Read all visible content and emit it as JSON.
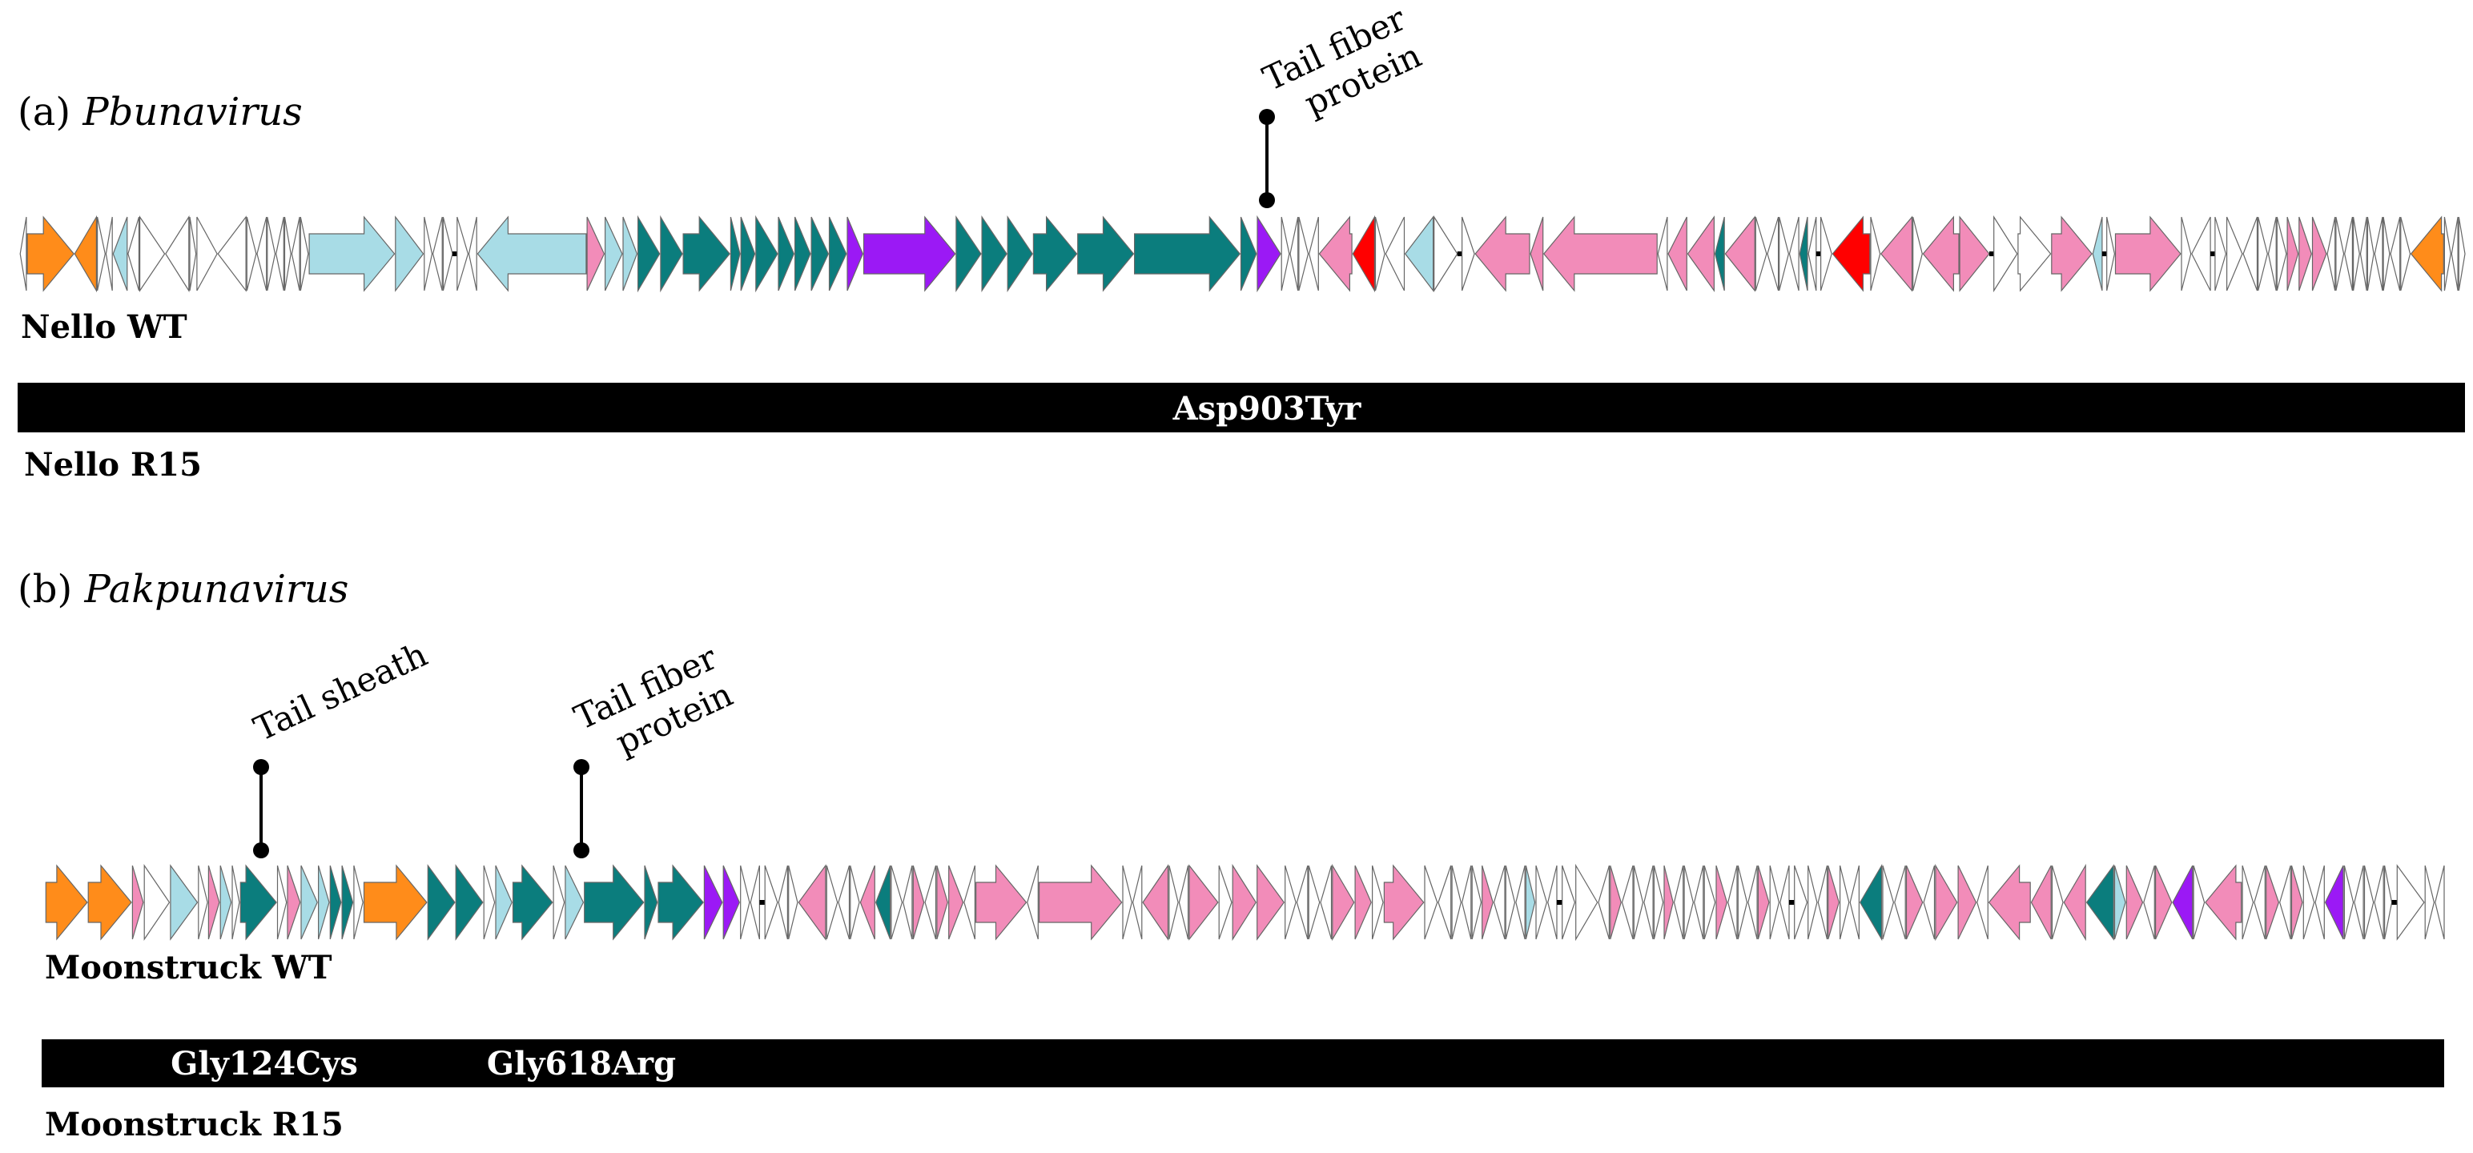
{
  "colors": {
    "orange": "#ff8c1a",
    "lightblue": "#a8dce6",
    "pink": "#f28cb9",
    "teal": "#0b7d7d",
    "purple": "#9b19f5",
    "red": "#ff0000",
    "white": "#ffffff",
    "black": "#000000",
    "outline": "#666666"
  },
  "panel_a": {
    "label_prefix": "(a) ",
    "genus": "Pbunavirus",
    "wt_name": "Nello WT",
    "mutant_name": "Nello R15",
    "mutation": "Asp903Tyr",
    "callout": [
      "Tail fiber",
      "protein"
    ]
  },
  "panel_b": {
    "label_prefix": "(b) ",
    "genus": "Pakpunavirus",
    "wt_name": "Moonstruck WT",
    "mutant_name": "Moonstruck R15",
    "mutations": [
      "Gly124Cys",
      "Gly618Arg"
    ],
    "callout_sheath": [
      "Tail sheath"
    ],
    "callout_fiber": [
      "Tail fiber",
      "protein"
    ]
  },
  "genome_a": [
    [
      "W",
      0,
      -1,
      8
    ],
    [
      "O",
      0,
      1,
      60
    ],
    [
      "O",
      0,
      -1,
      28
    ],
    [
      "W",
      0,
      1,
      10
    ],
    [
      "W",
      0,
      -1,
      8
    ],
    [
      "B",
      0,
      -1,
      18
    ],
    [
      "W",
      0,
      -1,
      14
    ],
    [
      "W",
      0,
      1,
      32
    ],
    [
      "W",
      0,
      -1,
      30
    ],
    [
      "W",
      0,
      1,
      8
    ],
    [
      "W",
      0,
      1,
      26
    ],
    [
      "W",
      0,
      -1,
      36
    ],
    [
      "W",
      0,
      1,
      12
    ],
    [
      "W",
      0,
      -1,
      12
    ],
    [
      "W",
      0,
      1,
      10
    ],
    [
      "W",
      0,
      -1,
      10
    ],
    [
      "W",
      0,
      1,
      8
    ],
    [
      "W",
      0,
      -1,
      10
    ],
    [
      "W",
      0,
      1,
      10
    ],
    [
      "B",
      0,
      1,
      110
    ],
    [
      "B",
      0,
      1,
      36
    ],
    [
      "W",
      0,
      1,
      10
    ],
    [
      "W",
      0,
      -1,
      12
    ],
    [
      "W",
      0,
      1,
      12
    ],
    [
      "W",
      1,
      1,
      14
    ],
    [
      "W",
      0,
      -1,
      10
    ],
    [
      "B",
      0,
      -1,
      140
    ],
    [
      "P",
      0,
      1,
      22
    ],
    [
      "B",
      0,
      1,
      22
    ],
    [
      "B",
      0,
      1,
      18
    ],
    [
      "T",
      0,
      1,
      28
    ],
    [
      "T",
      0,
      1,
      28
    ],
    [
      "T",
      0,
      1,
      60
    ],
    [
      "T",
      0,
      1,
      12
    ],
    [
      "T",
      0,
      1,
      18
    ],
    [
      "T",
      0,
      1,
      28
    ],
    [
      "T",
      0,
      1,
      20
    ],
    [
      "T",
      0,
      1,
      20
    ],
    [
      "T",
      0,
      1,
      22
    ],
    [
      "T",
      0,
      1,
      22
    ],
    [
      "V",
      0,
      1,
      20
    ],
    [
      "V",
      0,
      1,
      118
    ],
    [
      "T",
      0,
      1,
      32
    ],
    [
      "T",
      0,
      1,
      32
    ],
    [
      "T",
      0,
      1,
      32
    ],
    [
      "T",
      0,
      1,
      56
    ],
    [
      "T",
      0,
      1,
      72
    ],
    [
      "T",
      0,
      1,
      136
    ],
    [
      "T",
      0,
      1,
      20
    ],
    [
      "V",
      0,
      1,
      30
    ],
    [
      "W",
      0,
      1,
      10
    ],
    [
      "W",
      0,
      -1,
      10
    ],
    [
      "W",
      0,
      1,
      12
    ],
    [
      "W",
      0,
      -1,
      12
    ],
    [
      "P",
      0,
      -1,
      42
    ],
    [
      "R",
      0,
      -1,
      28
    ],
    [
      "W",
      0,
      1,
      12
    ],
    [
      "W",
      0,
      -1,
      24
    ],
    [
      "B",
      0,
      -1,
      36
    ],
    [
      "W",
      0,
      1,
      30
    ],
    [
      "W",
      1,
      1,
      16
    ],
    [
      "P",
      0,
      -1,
      70
    ],
    [
      "P",
      0,
      -1,
      16
    ],
    [
      "P",
      0,
      -1,
      146
    ],
    [
      "W",
      0,
      -1,
      12
    ],
    [
      "P",
      0,
      -1,
      24
    ],
    [
      "P",
      0,
      -1,
      34
    ],
    [
      "T",
      0,
      -1,
      12
    ],
    [
      "P",
      0,
      -1,
      38
    ],
    [
      "W",
      0,
      1,
      14
    ],
    [
      "W",
      0,
      -1,
      14
    ],
    [
      "W",
      0,
      1,
      12
    ],
    [
      "W",
      0,
      -1,
      12
    ],
    [
      "T",
      0,
      -1,
      10
    ],
    [
      "W",
      0,
      -1,
      10
    ],
    [
      "W",
      1,
      1,
      14
    ],
    [
      "R",
      0,
      -1,
      48
    ],
    [
      "W",
      0,
      1,
      12
    ],
    [
      "P",
      0,
      -1,
      40
    ],
    [
      "W",
      0,
      1,
      12
    ],
    [
      "P",
      0,
      -1,
      46
    ],
    [
      "P",
      0,
      1,
      38
    ],
    [
      "W",
      1,
      1,
      30
    ],
    [
      "W",
      0,
      1,
      42
    ],
    [
      "P",
      0,
      1,
      52
    ],
    [
      "B",
      0,
      -1,
      12
    ],
    [
      "W",
      1,
      1,
      10
    ],
    [
      "P",
      0,
      1,
      84
    ],
    [
      "W",
      0,
      1,
      12
    ],
    [
      "W",
      0,
      -1,
      24
    ],
    [
      "W",
      1,
      1,
      14
    ],
    [
      "W",
      0,
      1,
      20
    ],
    [
      "W",
      0,
      -1,
      18
    ],
    [
      "W",
      0,
      1,
      12
    ],
    [
      "W",
      0,
      -1,
      10
    ],
    [
      "W",
      0,
      1,
      12
    ],
    [
      "P",
      0,
      1,
      14
    ],
    [
      "P",
      0,
      1,
      16
    ],
    [
      "P",
      0,
      1,
      18
    ],
    [
      "W",
      0,
      -1,
      10
    ],
    [
      "W",
      0,
      1,
      10
    ],
    [
      "W",
      0,
      -1,
      10
    ],
    [
      "W",
      0,
      1,
      8
    ],
    [
      "W",
      0,
      -1,
      8
    ],
    [
      "W",
      0,
      1,
      8
    ],
    [
      "W",
      0,
      -1,
      10
    ],
    [
      "W",
      0,
      1,
      8
    ],
    [
      "W",
      0,
      -1,
      12
    ],
    [
      "W",
      0,
      1,
      12
    ],
    [
      "O",
      0,
      -1,
      42
    ],
    [
      "W",
      0,
      1,
      8
    ],
    [
      "W",
      0,
      -1,
      8
    ],
    [
      "W",
      0,
      1,
      8
    ]
  ],
  "genome_b": [
    [
      "O",
      0,
      1,
      46
    ],
    [
      "O",
      0,
      1,
      48
    ],
    [
      "P",
      0,
      1,
      12
    ],
    [
      "W",
      0,
      1,
      28
    ],
    [
      "B",
      0,
      1,
      30
    ],
    [
      "W",
      0,
      1,
      10
    ],
    [
      "P",
      0,
      1,
      12
    ],
    [
      "B",
      0,
      1,
      12
    ],
    [
      "W",
      0,
      1,
      8
    ],
    [
      "T",
      0,
      1,
      40
    ],
    [
      "W",
      0,
      1,
      10
    ],
    [
      "P",
      0,
      1,
      14
    ],
    [
      "B",
      0,
      1,
      18
    ],
    [
      "B",
      0,
      1,
      12
    ],
    [
      "T",
      0,
      1,
      12
    ],
    [
      "T",
      0,
      1,
      12
    ],
    [
      "W",
      0,
      1,
      10
    ],
    [
      "O",
      0,
      1,
      70
    ],
    [
      "T",
      0,
      1,
      30
    ],
    [
      "T",
      0,
      1,
      30
    ],
    [
      "W",
      0,
      1,
      12
    ],
    [
      "B",
      0,
      1,
      18
    ],
    [
      "T",
      0,
      1,
      44
    ],
    [
      "W",
      0,
      1,
      12
    ],
    [
      "B",
      0,
      1,
      20
    ],
    [
      "T",
      0,
      1,
      66
    ],
    [
      "T",
      0,
      1,
      14
    ],
    [
      "T",
      0,
      1,
      50
    ],
    [
      "V",
      0,
      1,
      20
    ],
    [
      "V",
      0,
      1,
      18
    ],
    [
      "W",
      0,
      1,
      10
    ],
    [
      "W",
      0,
      -1,
      10
    ],
    [
      "W",
      1,
      1,
      14
    ],
    [
      "W",
      0,
      -1,
      10
    ],
    [
      "W",
      0,
      1,
      10
    ],
    [
      "P",
      0,
      -1,
      30
    ],
    [
      "W",
      0,
      1,
      12
    ],
    [
      "W",
      0,
      -1,
      12
    ],
    [
      "W",
      0,
      1,
      10
    ],
    [
      "P",
      0,
      -1,
      16
    ],
    [
      "T",
      0,
      -1,
      16
    ],
    [
      "W",
      0,
      1,
      12
    ],
    [
      "W",
      0,
      -1,
      10
    ],
    [
      "P",
      0,
      1,
      12
    ],
    [
      "W",
      0,
      -1,
      12
    ],
    [
      "P",
      0,
      1,
      12
    ],
    [
      "P",
      0,
      1,
      16
    ],
    [
      "W",
      0,
      -1,
      12
    ],
    [
      "P",
      0,
      1,
      56
    ],
    [
      "W",
      0,
      -1,
      12
    ],
    [
      "P",
      0,
      1,
      92
    ],
    [
      "W",
      0,
      1,
      10
    ],
    [
      "W",
      0,
      -1,
      10
    ],
    [
      "P",
      0,
      -1,
      28
    ],
    [
      "W",
      0,
      1,
      10
    ],
    [
      "W",
      0,
      -1,
      10
    ],
    [
      "P",
      0,
      1,
      32
    ],
    [
      "W",
      0,
      1,
      14
    ],
    [
      "P",
      0,
      1,
      26
    ],
    [
      "P",
      0,
      1,
      30
    ],
    [
      "W",
      0,
      1,
      12
    ],
    [
      "W",
      0,
      -1,
      12
    ],
    [
      "W",
      0,
      1,
      12
    ],
    [
      "W",
      0,
      -1,
      12
    ],
    [
      "P",
      0,
      1,
      24
    ],
    [
      "P",
      0,
      1,
      18
    ],
    [
      "W",
      0,
      1,
      12
    ],
    [
      "P",
      0,
      1,
      44
    ],
    [
      "W",
      0,
      1,
      14
    ],
    [
      "W",
      0,
      -1,
      14
    ],
    [
      "W",
      0,
      1,
      10
    ],
    [
      "W",
      0,
      -1,
      10
    ],
    [
      "W",
      0,
      1,
      10
    ],
    [
      "P",
      0,
      1,
      12
    ],
    [
      "W",
      0,
      -1,
      12
    ],
    [
      "W",
      0,
      1,
      10
    ],
    [
      "W",
      0,
      -1,
      10
    ],
    [
      "B",
      0,
      1,
      10
    ],
    [
      "W",
      0,
      1,
      12
    ],
    [
      "W",
      0,
      -1,
      10
    ],
    [
      "W",
      1,
      1,
      14
    ],
    [
      "W",
      0,
      1,
      24
    ],
    [
      "W",
      0,
      -1,
      12
    ],
    [
      "P",
      0,
      1,
      12
    ],
    [
      "W",
      0,
      -1,
      12
    ],
    [
      "W",
      0,
      1,
      10
    ],
    [
      "W",
      0,
      -1,
      10
    ],
    [
      "W",
      0,
      1,
      10
    ],
    [
      "P",
      0,
      1,
      10
    ],
    [
      "W",
      0,
      -1,
      10
    ],
    [
      "W",
      0,
      1,
      10
    ],
    [
      "W",
      0,
      -1,
      10
    ],
    [
      "W",
      0,
      1,
      12
    ],
    [
      "P",
      0,
      1,
      12
    ],
    [
      "W",
      0,
      -1,
      10
    ],
    [
      "W",
      0,
      1,
      10
    ],
    [
      "W",
      0,
      -1,
      10
    ],
    [
      "P",
      0,
      1,
      12
    ],
    [
      "W",
      0,
      1,
      10
    ],
    [
      "W",
      0,
      -1,
      10
    ],
    [
      "W",
      1,
      1,
      14
    ],
    [
      "W",
      0,
      1,
      10
    ],
    [
      "W",
      0,
      -1,
      10
    ],
    [
      "P",
      0,
      1,
      12
    ],
    [
      "W",
      0,
      1,
      10
    ],
    [
      "W",
      0,
      -1,
      10
    ],
    [
      "T",
      0,
      -1,
      24
    ],
    [
      "W",
      0,
      1,
      12
    ],
    [
      "W",
      0,
      -1,
      12
    ],
    [
      "P",
      0,
      1,
      18
    ],
    [
      "W",
      0,
      -1,
      12
    ],
    [
      "P",
      0,
      1,
      24
    ],
    [
      "P",
      0,
      1,
      20
    ],
    [
      "W",
      0,
      -1,
      12
    ],
    [
      "P",
      0,
      -1,
      46
    ],
    [
      "P",
      0,
      -1,
      22
    ],
    [
      "W",
      0,
      1,
      12
    ],
    [
      "P",
      0,
      -1,
      24
    ],
    [
      "T",
      0,
      -1,
      30
    ],
    [
      "B",
      0,
      1,
      12
    ],
    [
      "P",
      0,
      1,
      18
    ],
    [
      "W",
      0,
      -1,
      12
    ],
    [
      "P",
      0,
      1,
      18
    ],
    [
      "V",
      0,
      -1,
      22
    ],
    [
      "W",
      0,
      1,
      12
    ],
    [
      "P",
      0,
      -1,
      40
    ],
    [
      "W",
      0,
      1,
      12
    ],
    [
      "W",
      0,
      -1,
      12
    ],
    [
      "P",
      0,
      1,
      14
    ],
    [
      "W",
      0,
      -1,
      12
    ],
    [
      "P",
      0,
      1,
      12
    ],
    [
      "W",
      0,
      1,
      12
    ],
    [
      "W",
      0,
      -1,
      10
    ],
    [
      "V",
      0,
      -1,
      20
    ],
    [
      "W",
      0,
      1,
      10
    ],
    [
      "W",
      0,
      -1,
      10
    ],
    [
      "W",
      0,
      1,
      10
    ],
    [
      "W",
      0,
      -1,
      10
    ],
    [
      "W",
      0,
      1,
      8
    ],
    [
      "W",
      1,
      1,
      30
    ],
    [
      "W",
      0,
      1,
      10
    ],
    [
      "W",
      0,
      -1,
      10
    ]
  ]
}
